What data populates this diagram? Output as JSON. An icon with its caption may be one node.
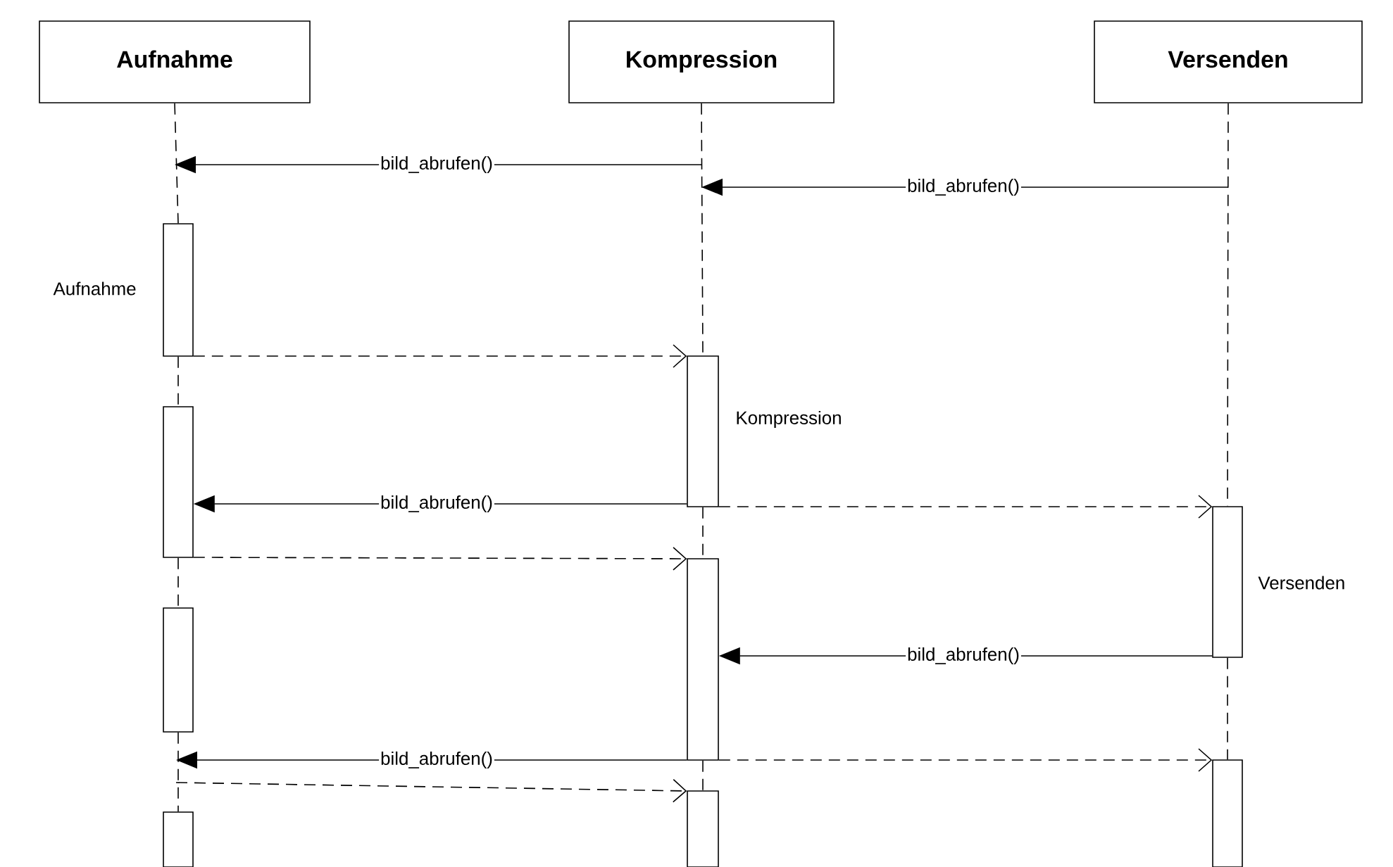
{
  "diagram": {
    "nodes": [
      {
        "text": [
          "Aufnahme"
        ]
      },
      {
        "text": [
          "Kompression"
        ]
      },
      {
        "text": [
          "Versenden"
        ]
      },
      {
        "text": [],
        "shape": "bar",
        "beside": [
          "Aufnahme"
        ]
      },
      {
        "text": [],
        "shape": "bar",
        "beside": [
          "Kompression"
        ]
      },
      {
        "text": [],
        "shape": "bar"
      },
      {
        "text": [],
        "shape": "bar",
        "beside": [
          "Versenden"
        ]
      },
      {
        "text": [],
        "shape": "bar"
      },
      {
        "text": [],
        "shape": "bar"
      },
      {
        "text": [],
        "shape": "bar"
      },
      {
        "text": [],
        "shape": "bar"
      },
      {
        "text": [],
        "shape": "bar"
      }
    ],
    "edges": [
      {
        "from": 1,
        "to": 0,
        "arrow": "to",
        "label": "bild_abrufen()"
      },
      {
        "from": 2,
        "to": 1,
        "arrow": "to",
        "label": "bild_abrufen()"
      },
      {
        "from": 3,
        "to": 4,
        "arrow": "to",
        "style": "dashed"
      },
      {
        "from": 4,
        "to": 5,
        "arrow": "to",
        "label": "bild_abrufen()"
      },
      {
        "from": 4,
        "to": 6,
        "arrow": "to",
        "style": "dashed"
      },
      {
        "from": 5,
        "to": 7,
        "arrow": "to",
        "style": "dashed"
      },
      {
        "from": 6,
        "to": 7,
        "arrow": "to",
        "label": "bild_abrufen()"
      },
      {
        "from": 7,
        "to": null,
        "arrow": "to",
        "label": "bild_abrufen()"
      },
      {
        "from": 7,
        "to": 9,
        "arrow": "to",
        "style": "dashed"
      },
      {
        "from": null,
        "to": 10,
        "arrow": "to",
        "style": "dashed"
      },
      {
        "from": 0,
        "to": 3,
        "arrow": "none",
        "style": "dashed"
      },
      {
        "from": 3,
        "to": 5,
        "arrow": "none",
        "style": "dashed"
      },
      {
        "from": 5,
        "to": 8,
        "arrow": "none",
        "style": "dashed"
      },
      {
        "from": 8,
        "to": 11,
        "arrow": "none",
        "style": "dashed"
      },
      {
        "from": 1,
        "to": 4,
        "arrow": "none",
        "style": "dashed"
      },
      {
        "from": 4,
        "to": 7,
        "arrow": "none",
        "style": "dashed"
      },
      {
        "from": 7,
        "to": 10,
        "arrow": "none",
        "style": "dashed"
      },
      {
        "from": 2,
        "to": 6,
        "arrow": "none",
        "style": "dashed"
      },
      {
        "from": 6,
        "to": 9,
        "arrow": "none",
        "style": "dashed"
      }
    ]
  }
}
